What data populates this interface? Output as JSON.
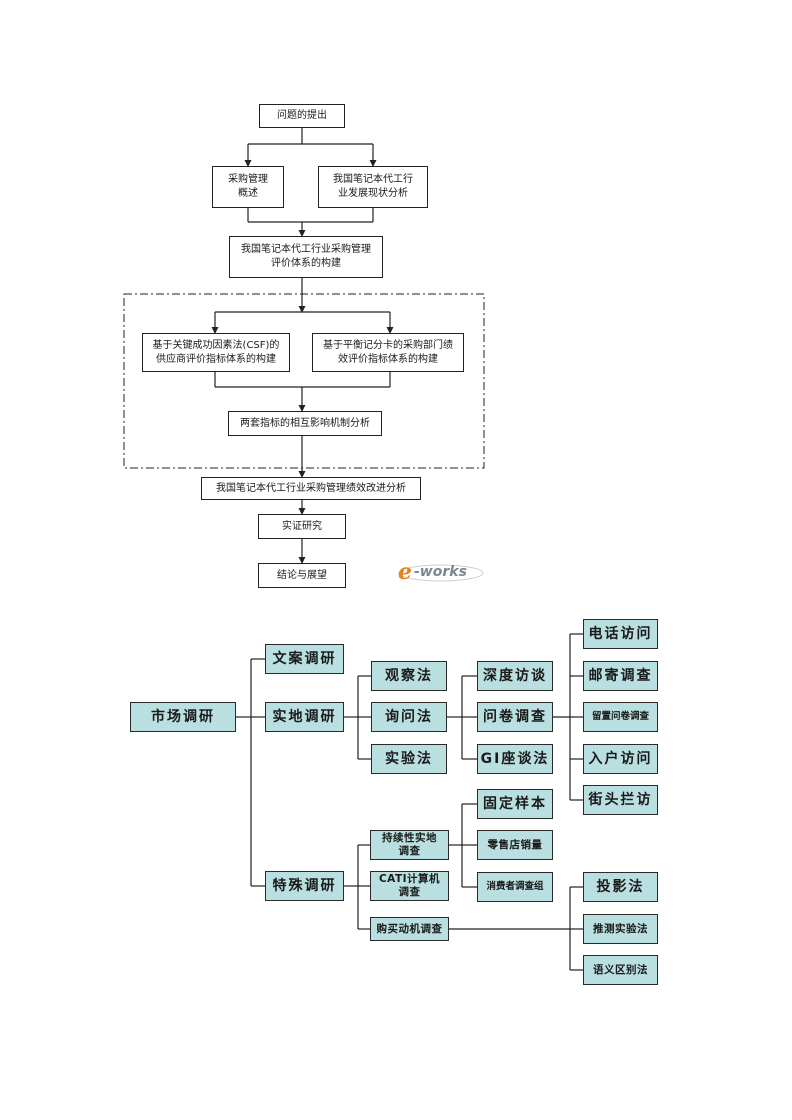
{
  "flowchart": {
    "problem": "问题的提出",
    "overview": "采购管理\n概述",
    "industry_analysis": "我国笔记本代工行\n业发展现状分析",
    "system_build": "我国笔记本代工行业采购管理\n评价体系的构建",
    "csf": "基于关键成功因素法(CSF)的\n供应商评价指标体系的构建",
    "bsc": "基于平衡记分卡的采购部门绩\n效评价指标体系的构建",
    "mechanism": "两套指标的相互影响机制分析",
    "improvement": "我国笔记本代工行业采购管理绩效改进分析",
    "empirical": "实证研究",
    "conclusion": "结论与展望"
  },
  "logo": {
    "text": "e-works",
    "color": "#e8821e"
  },
  "tree": {
    "root": "市场调研",
    "desk": "文案调研",
    "field": "实地调研",
    "special": "特殊调研",
    "observe": "观察法",
    "inquiry": "询问法",
    "experiment": "实验法",
    "depth": "深度访谈",
    "questionnaire": "问卷调查",
    "gi": "GI座谈法",
    "phone": "电话访问",
    "mail": "邮寄调查",
    "leave": "留置问卷调查",
    "home": "入户访问",
    "street": "街头拦访",
    "continuous": "持续性实地\n调查",
    "cati": "CATI计算机\n调查",
    "motive": "购买动机调查",
    "fixed": "固定样本",
    "retail": "零售店销量",
    "consumer": "消费者调查组",
    "projective": "投影法",
    "inference": "推测实验法",
    "semantic": "语义区别法"
  },
  "colors": {
    "box_fill": "#b9dfe0",
    "line": "#222222"
  }
}
